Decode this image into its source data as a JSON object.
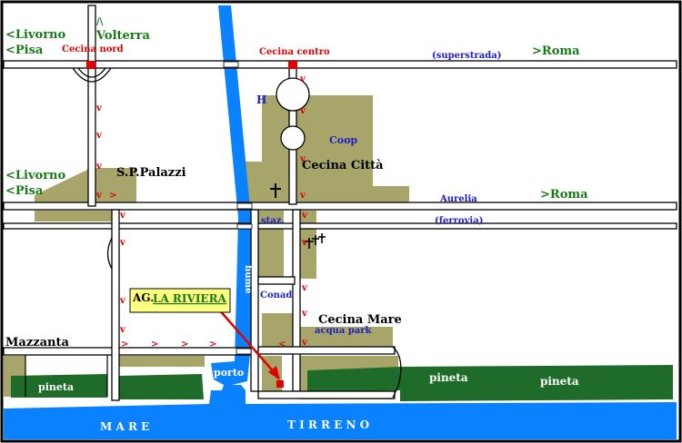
{
  "colors": {
    "frame": "#000000",
    "road": "#ffffff",
    "road_outline": "#000000",
    "land_olive": "#a8a56a",
    "pine_green": "#1f6b2a",
    "water_blue": "#0a82ff",
    "label_green": "#1a7a1a",
    "label_red": "#e00000",
    "label_blue": "#2020c0",
    "label_white": "#ffffff",
    "arrow_red": "#e00000",
    "agriturismo_box": "#ffff80"
  },
  "labels": {
    "livorno_top": "<Livorno",
    "pisa_top": "<Pisa",
    "volterra": "Volterra",
    "volterra_arrow": "/\\",
    "cecina_nord": "Cecina nord",
    "cecina_centro": "Cecina centro",
    "superstrada": "(superstrada)",
    "roma_top": ">Roma",
    "h": "H",
    "coop": "Coop",
    "cecina_citta": "Cecina Città",
    "sp_palazzi": "S.P.Palazzi",
    "livorno_mid": "<Livorno",
    "pisa_mid": "<Pisa",
    "aurelia": "Aurelia",
    "roma_mid": ">Roma",
    "staz": "staz.",
    "ferrovia": "(ferrovia)",
    "conad": "Conad",
    "fiume": "fiume",
    "ag": "AG.",
    "la_riviera": "LA RIVIERA",
    "cecina_mare": "Cecina Mare",
    "acqua_park": "acqua park",
    "mazzanta": "Mazzanta",
    "porto": "porto",
    "pineta_left": "pineta",
    "pineta_mid": "pineta",
    "pineta_right": "pineta",
    "mare": "M A R E",
    "tirreno": "T I R R E N O",
    "one_way_v": "v",
    "one_way_gt": ">",
    "one_way_lt": "<"
  }
}
